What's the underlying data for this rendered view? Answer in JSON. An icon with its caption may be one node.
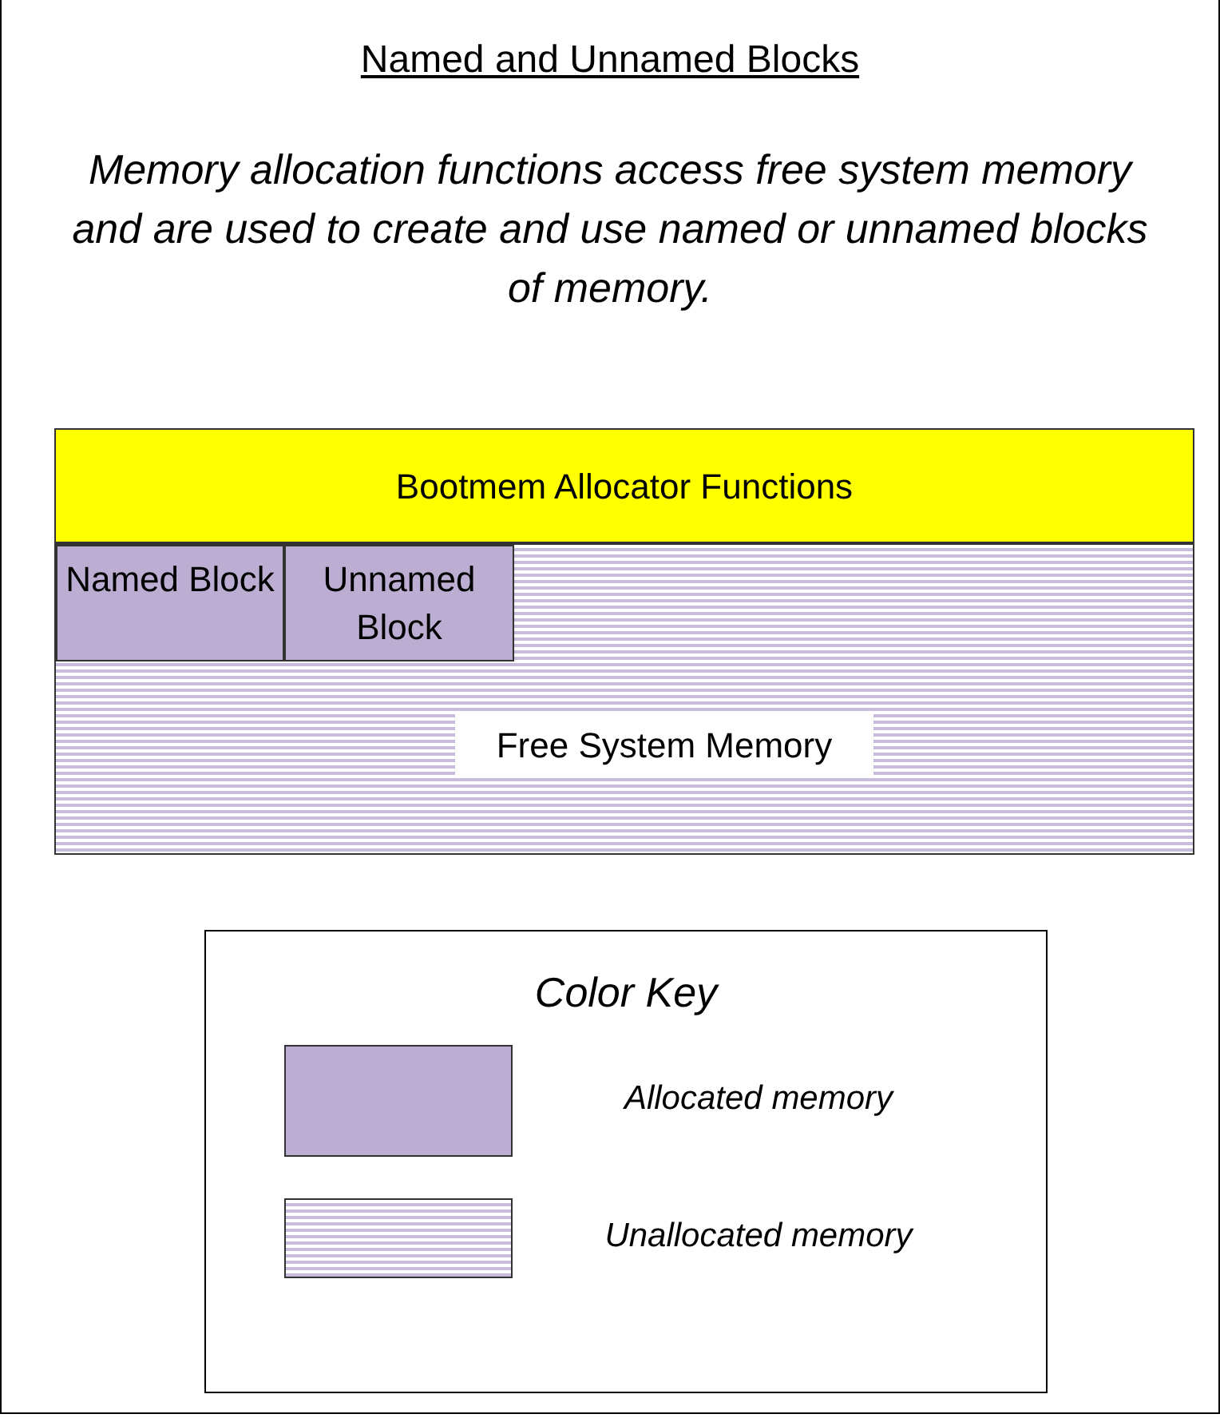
{
  "diagram": {
    "title": "Named and Unnamed Blocks",
    "nodes": [
      {
        "text": [
          "Bootmem Allocator Functions"
        ]
      },
      {
        "text": [
          "Free System Memory"
        ]
      },
      {
        "text": [
          "Named Block"
        ],
        "in": 1
      },
      {
        "text": [
          "Unnamed Block"
        ],
        "in": 1
      }
    ],
    "labels": [
      "Memory allocation functions access free system memory and are used to create and use named or unnamed blocks of memory.",
      "Color Key"
    ],
    "legend": [
      {
        "text": "Allocated memory",
        "color": "#bcaed2"
      },
      {
        "text": "Unallocated memory"
      }
    ]
  }
}
